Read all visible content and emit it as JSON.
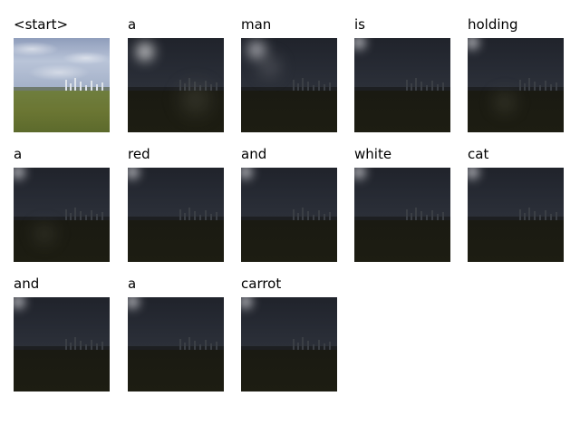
{
  "panels": [
    {
      "word": "<start>",
      "kind": "original",
      "glow": null
    },
    {
      "word": "a",
      "kind": "attention",
      "glow": "bright-top-left-and-center-right"
    },
    {
      "word": "man",
      "kind": "attention",
      "glow": "diagonal-top-left"
    },
    {
      "word": "is",
      "kind": "attention",
      "glow": "corner-top-left"
    },
    {
      "word": "holding",
      "kind": "attention",
      "glow": "corner-and-lower-center"
    },
    {
      "word": "a",
      "kind": "attention",
      "glow": "corner-and-lower-left"
    },
    {
      "word": "red",
      "kind": "attention",
      "glow": "corner-top-left"
    },
    {
      "word": "and",
      "kind": "attention",
      "glow": "corner-top-left"
    },
    {
      "word": "white",
      "kind": "attention",
      "glow": "corner-top-left"
    },
    {
      "word": "cat",
      "kind": "attention",
      "glow": "corner-top-left"
    },
    {
      "word": "and",
      "kind": "attention",
      "glow": "corner-top-left"
    },
    {
      "word": "a",
      "kind": "attention",
      "glow": "corner-top-left"
    },
    {
      "word": "carrot",
      "kind": "attention",
      "glow": "corner-top-left"
    }
  ]
}
